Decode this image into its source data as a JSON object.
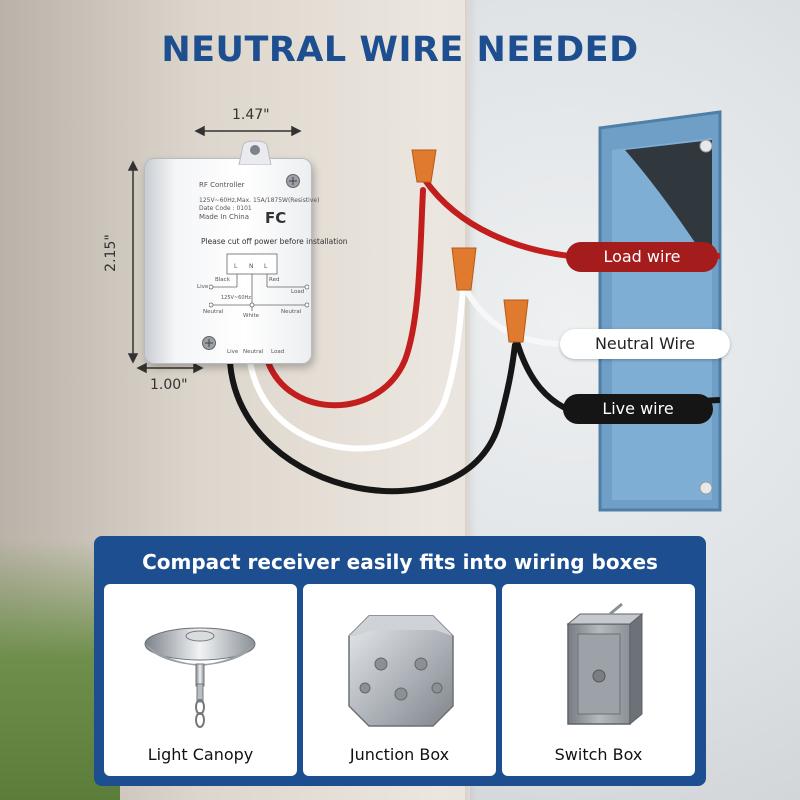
{
  "headline": "NEUTRAL WIRE NEEDED",
  "dimensions": {
    "width": "1.47\"",
    "height": "2.15\"",
    "depth": "1.00\""
  },
  "device": {
    "name": "RF Controller",
    "spec": "125V~60Hz,Max. 15A/1875W(Resistive)",
    "date_code": "Date Code : 0101",
    "origin": "Made In China",
    "certification": "FC",
    "warning": "Please cut off power before installation",
    "diagram_terminals": [
      "L",
      "N",
      "L"
    ],
    "diagram_wire_black": "Black",
    "diagram_wire_red": "Red",
    "diagram_live": "Live",
    "diagram_load": "Load",
    "diagram_rating": "125V~60Hz",
    "diagram_neutral_left": "Neutral",
    "diagram_white": "White",
    "diagram_neutral_right": "Neutral",
    "terminals": [
      "Live",
      "Neutral",
      "Load"
    ]
  },
  "wire_labels": {
    "load": "Load wire",
    "neutral": "Neutral Wire",
    "live": "Live wire"
  },
  "colors": {
    "brand": "#1d4e8f",
    "load": "#a41c1c",
    "live": "#151515",
    "neutral": "#ffffff",
    "wire_nut": "#e07a2e"
  },
  "panel": {
    "title": "Compact receiver easily fits into wiring boxes",
    "cards": [
      {
        "label": "Light Canopy",
        "icon": "light-canopy-icon"
      },
      {
        "label": "Junction Box",
        "icon": "junction-box-icon"
      },
      {
        "label": "Switch Box",
        "icon": "switch-box-icon"
      }
    ]
  }
}
